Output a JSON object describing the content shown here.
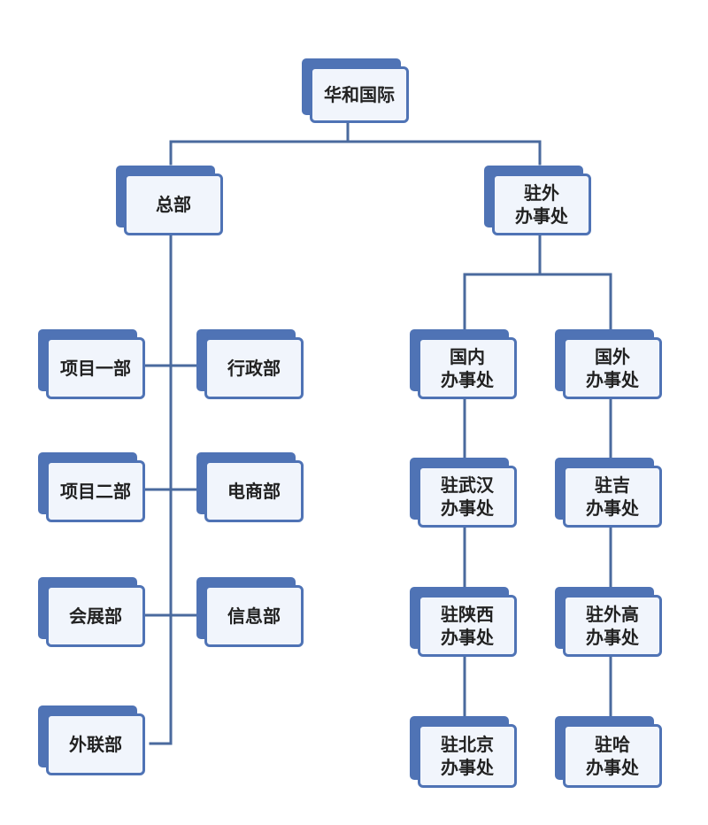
{
  "colors": {
    "border": "#4f73b5",
    "box_fill": "#f1f5fc",
    "connector": "#4a6a9e",
    "text": "#222222"
  },
  "org": {
    "root": {
      "lines": [
        "华和国际"
      ]
    },
    "hq": {
      "title": {
        "lines": [
          "总部"
        ]
      },
      "departments": [
        {
          "lines": [
            "项目一部"
          ]
        },
        {
          "lines": [
            "行政部"
          ]
        },
        {
          "lines": [
            "项目二部"
          ]
        },
        {
          "lines": [
            "电商部"
          ]
        },
        {
          "lines": [
            "会展部"
          ]
        },
        {
          "lines": [
            "信息部"
          ]
        },
        {
          "lines": [
            "外联部"
          ]
        }
      ]
    },
    "offices": {
      "title": {
        "lines": [
          "驻外",
          "办事处"
        ]
      },
      "domestic": {
        "title": {
          "lines": [
            "国内",
            "办事处"
          ]
        },
        "items": [
          {
            "lines": [
              "驻武汉",
              "办事处"
            ]
          },
          {
            "lines": [
              "驻陕西",
              "办事处"
            ]
          },
          {
            "lines": [
              "驻北京",
              "办事处"
            ]
          }
        ]
      },
      "foreign": {
        "title": {
          "lines": [
            "国外",
            "办事处"
          ]
        },
        "items": [
          {
            "lines": [
              "驻吉",
              "办事处"
            ]
          },
          {
            "lines": [
              "驻外高",
              "办事处"
            ]
          },
          {
            "lines": [
              "驻哈",
              "办事处"
            ]
          }
        ]
      }
    }
  }
}
